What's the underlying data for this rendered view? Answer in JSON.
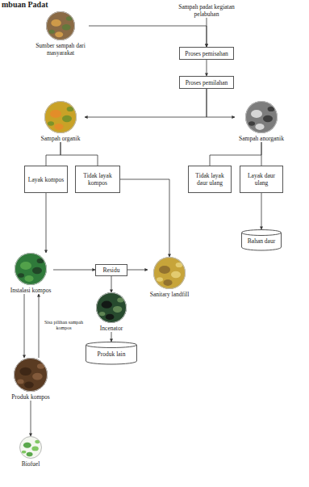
{
  "diagram": {
    "nodes": [
      {
        "text": [
          "Sampah padat kegiatan pelabuhan"
        ]
      },
      {
        "text": [
          "Sumber sampah dari masyarakat"
        ]
      },
      {
        "text": [
          "Proses pemisahan"
        ]
      },
      {
        "text": [
          "Proses pemilahan"
        ]
      },
      {
        "text": [
          "Sampah organik"
        ]
      },
      {
        "text": [
          "Sampah anorganik"
        ]
      },
      {
        "text": [
          "Layak kompos"
        ]
      },
      {
        "text": [
          "Tidak layak kompos"
        ]
      },
      {
        "text": [
          "Tidak layak daur ulang"
        ]
      },
      {
        "text": [
          "Layak daur ulang"
        ]
      },
      {
        "text": [
          "Instalasi kompos"
        ]
      },
      {
        "text": [
          "Residu"
        ]
      },
      {
        "text": [
          "Sanitary landfill"
        ]
      },
      {
        "text": [
          "Bahan daur"
        ]
      },
      {
        "text": [
          "Incenator"
        ]
      },
      {
        "text": [
          "Produk lain"
        ]
      },
      {
        "text": [
          "Produk kompos"
        ]
      },
      {
        "text": [
          "Biofuel"
        ]
      }
    ],
    "edges": [
      {
        "from": 0,
        "to": 2,
        "arrow": "to"
      },
      {
        "from": 1,
        "to": 2,
        "arrow": "to"
      },
      {
        "from": 2,
        "to": 3,
        "arrow": "to"
      },
      {
        "from": 3,
        "to": 4,
        "arrow": "to"
      },
      {
        "from": 3,
        "to": 5,
        "arrow": "to"
      },
      {
        "from": 4,
        "to": 6,
        "arrow": "none"
      },
      {
        "from": 4,
        "to": 7,
        "arrow": "none"
      },
      {
        "from": 5,
        "to": 8,
        "arrow": "none"
      },
      {
        "from": 5,
        "to": 9,
        "arrow": "none"
      },
      {
        "from": 6,
        "to": 10,
        "arrow": "to"
      },
      {
        "from": 7,
        "to": 12,
        "arrow": "to"
      },
      {
        "from": 9,
        "to": 13,
        "arrow": "to"
      },
      {
        "from": 10,
        "to": 11,
        "arrow": "to"
      },
      {
        "from": 11,
        "to": 12,
        "arrow": "to"
      },
      {
        "from": 11,
        "to": 14,
        "arrow": "to"
      },
      {
        "from": 14,
        "to": 15,
        "arrow": "to"
      },
      {
        "from": 10,
        "to": 16,
        "arrow": "to"
      },
      {
        "from": 16,
        "to": 10,
        "arrow": "to",
        "label": "Sisa pilihan sampah kompos"
      },
      {
        "from": 16,
        "to": 17,
        "arrow": "to"
      }
    ],
    "labels": [
      "mbuan Padat"
    ]
  }
}
